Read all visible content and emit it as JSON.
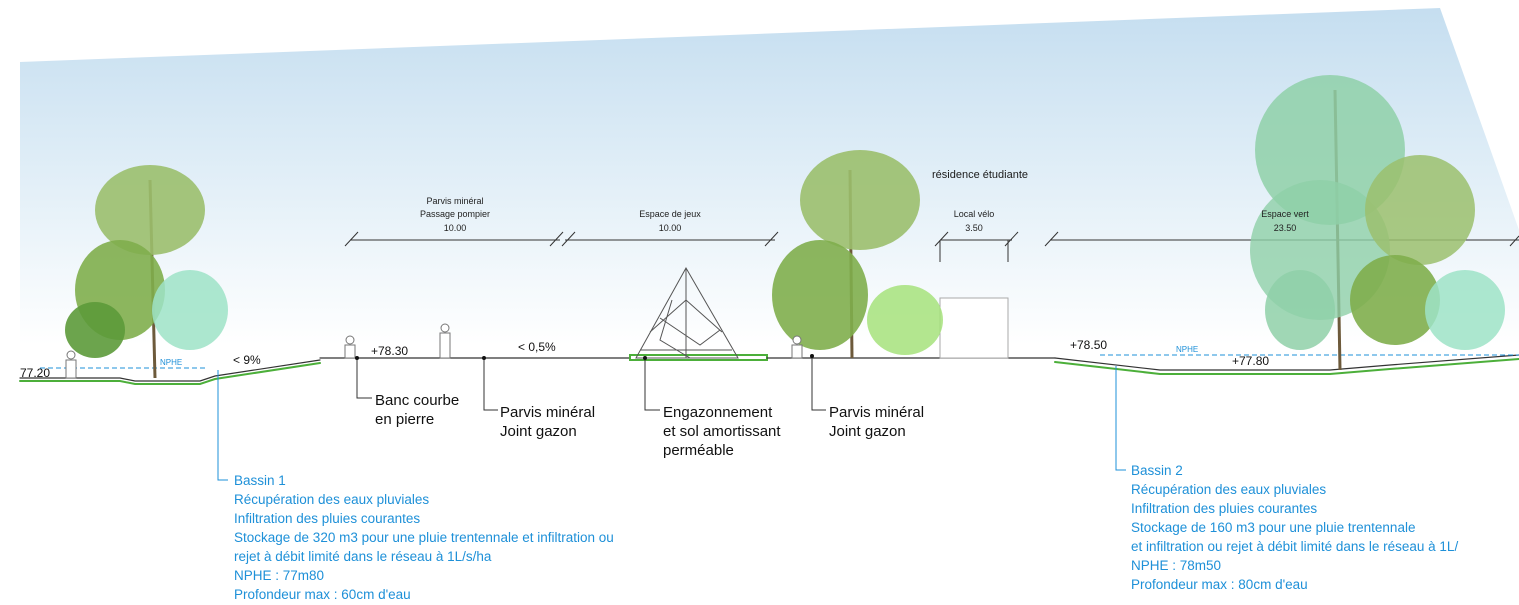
{
  "dimensions": {
    "parvis": {
      "title1": "Parvis minéral",
      "title2": "Passage pompier",
      "value": "10.00"
    },
    "jeux": {
      "title": "Espace de jeux",
      "value": "10.00"
    },
    "local_velo": {
      "title": "Local vélo",
      "value": "3.50"
    },
    "espace_vert": {
      "title": "Espace vert",
      "value": "23.50"
    }
  },
  "building_label": "résidence étudiante",
  "levels": {
    "left": "77.20",
    "parvis": "+78.30",
    "right_top": "+78.50",
    "right_bassin": "+77.80"
  },
  "slopes": {
    "left": "< 9%",
    "parvis": "< 0,5%"
  },
  "nphe": "NPHE",
  "callouts": {
    "banc": "Banc courbe\nen pierre",
    "parvis1": "Parvis minéral\nJoint gazon",
    "engazon": "Engazonnement\net sol amortissant\nperméable",
    "parvis2": "Parvis minéral\nJoint gazon"
  },
  "bassin1": {
    "title": "Bassin 1",
    "text": "Récupération des eaux pluviales\nInfiltration des pluies courantes\nStockage de 320 m3 pour une pluie trentennale et infiltration ou\nrejet à débit limité dans le réseau à 1L/s/ha\nNPHE : 77m80\nProfondeur max : 60cm d'eau"
  },
  "bassin2": {
    "title": "Bassin 2",
    "text": "Récupération des eaux pluviales\nInfiltration des pluies courantes\nStockage de 160 m3 pour une pluie trentennale\net infiltration ou rejet à débit limité dans le réseau à 1L/\nNPHE : 78m50\nProfondeur max : 80cm d'eau"
  },
  "colors": {
    "accent_blue": "#1e90d8",
    "grass_green": "#4caf3a",
    "sky_blue": "#cfe6f3"
  }
}
